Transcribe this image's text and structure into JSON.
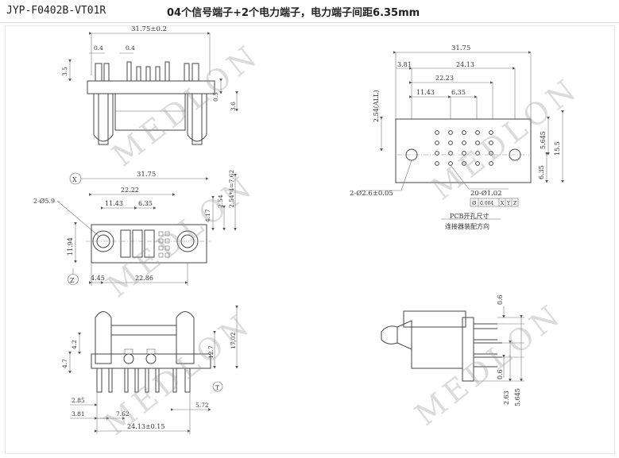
{
  "title": {
    "code": "JYP-F0402B-VT01R",
    "description": "04个信号端子+2个电力端子，电力端子间距6.35mm"
  },
  "watermark": "MEDLON",
  "top_left_view": {
    "width": "31.75±0.2",
    "pitch_a": "0.4",
    "pitch_b": "0.4",
    "h1": "3.5",
    "h2": "0.5",
    "h3": "3.6"
  },
  "pcb_view": {
    "overall": "31.75",
    "d1": "3.81",
    "d2": "24.13",
    "d3": "22.23",
    "d4": "11.43",
    "d5": "6.35",
    "height_all": "2.54(ALL)",
    "side1": "5.645",
    "side2": "15.5",
    "side3": "6.35",
    "hole_big": "2-Ø2.6±0.05",
    "hole_small": "20-Ø1.02",
    "tol_frame": [
      "Ø",
      "0.004",
      "X",
      "Y",
      "Z"
    ],
    "caption1": "PCB开孔尺寸",
    "caption2": "连接器装配方向"
  },
  "front_view": {
    "datum_x": "X",
    "datum_z": "Z",
    "overall": "31.75",
    "d1": "22.22",
    "d2": "11.43",
    "d3": "6.35",
    "hole": "2-Ø5.9",
    "h_left": "11.94",
    "r1": "4.17",
    "r2": "2.54",
    "r3": "2.54*4=7.62",
    "b1": "4.45",
    "b2": "22.86"
  },
  "bottom_view": {
    "datum_t": "T",
    "h1": "4.2",
    "h2": "4.7",
    "h3": "17.02",
    "h4": "12.7",
    "b1": "2.85",
    "b2": "3.81",
    "b3": "7.62",
    "b4": "5.72",
    "b5": "24.13±0.15"
  },
  "side_view": {
    "v1": "0.6",
    "v2": "0.6",
    "v3": "2.63",
    "v4": "5.645"
  }
}
